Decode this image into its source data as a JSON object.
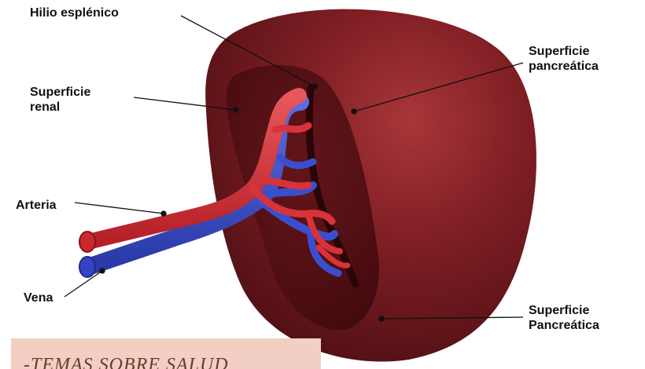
{
  "labels": {
    "hilio": "Hilio esplénico",
    "renal": [
      "Superficie",
      "renal"
    ],
    "arteria": "Arteria",
    "vena": "Vena",
    "pancreatica_top": [
      "Superficie",
      "pancreática"
    ],
    "pancreatica_bottom": [
      "Superficie",
      "Pancreática"
    ]
  },
  "watermark": "-TEMAS SOBRE SALUD",
  "colors": {
    "spleen": "#7a1c20",
    "spleen_dark": "#4a0e12",
    "artery": "#d9333a",
    "vein": "#3a4fd0",
    "leader_line": "#111111",
    "watermark_bg": "#f2cfc2"
  }
}
